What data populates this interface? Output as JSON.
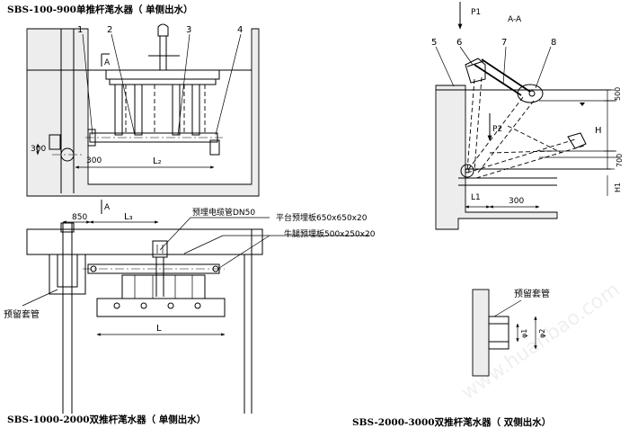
{
  "titles": {
    "top_left": "SBS-100-900单推杆滗水器（ 单侧出水）",
    "bottom_left": "SBS-1000-2000双推杆滗水器（ 单侧出水）",
    "bottom_right": "SBS-2000-3000双推杆滗水器（ 双侧出水）"
  },
  "part_numbers": [
    "1",
    "2",
    "3",
    "4",
    "5",
    "6",
    "7",
    "8"
  ],
  "section_marks": {
    "top": "A",
    "bottom": "A",
    "section": "A-A"
  },
  "dims": {
    "d300_left": "300",
    "d300_right": "300",
    "L2": "L₂",
    "d850": "850",
    "L3": "L₃",
    "L": "L",
    "d500": "500",
    "H": "H",
    "d700": "700",
    "H1": "H1",
    "L1": "L1",
    "d300_section": "300",
    "phi1": "φ1",
    "phi2": "φ2"
  },
  "forces": {
    "p1": "P1",
    "p2": "P2"
  },
  "callouts": {
    "cable": "预埋电缆管DN50",
    "platform": "平台预埋板650x650x20",
    "leg": "牛腿预埋板500x250x20",
    "sleeve_left": "预留套管",
    "sleeve_right": "预留套管"
  },
  "watermark": "www.huanbao.com"
}
